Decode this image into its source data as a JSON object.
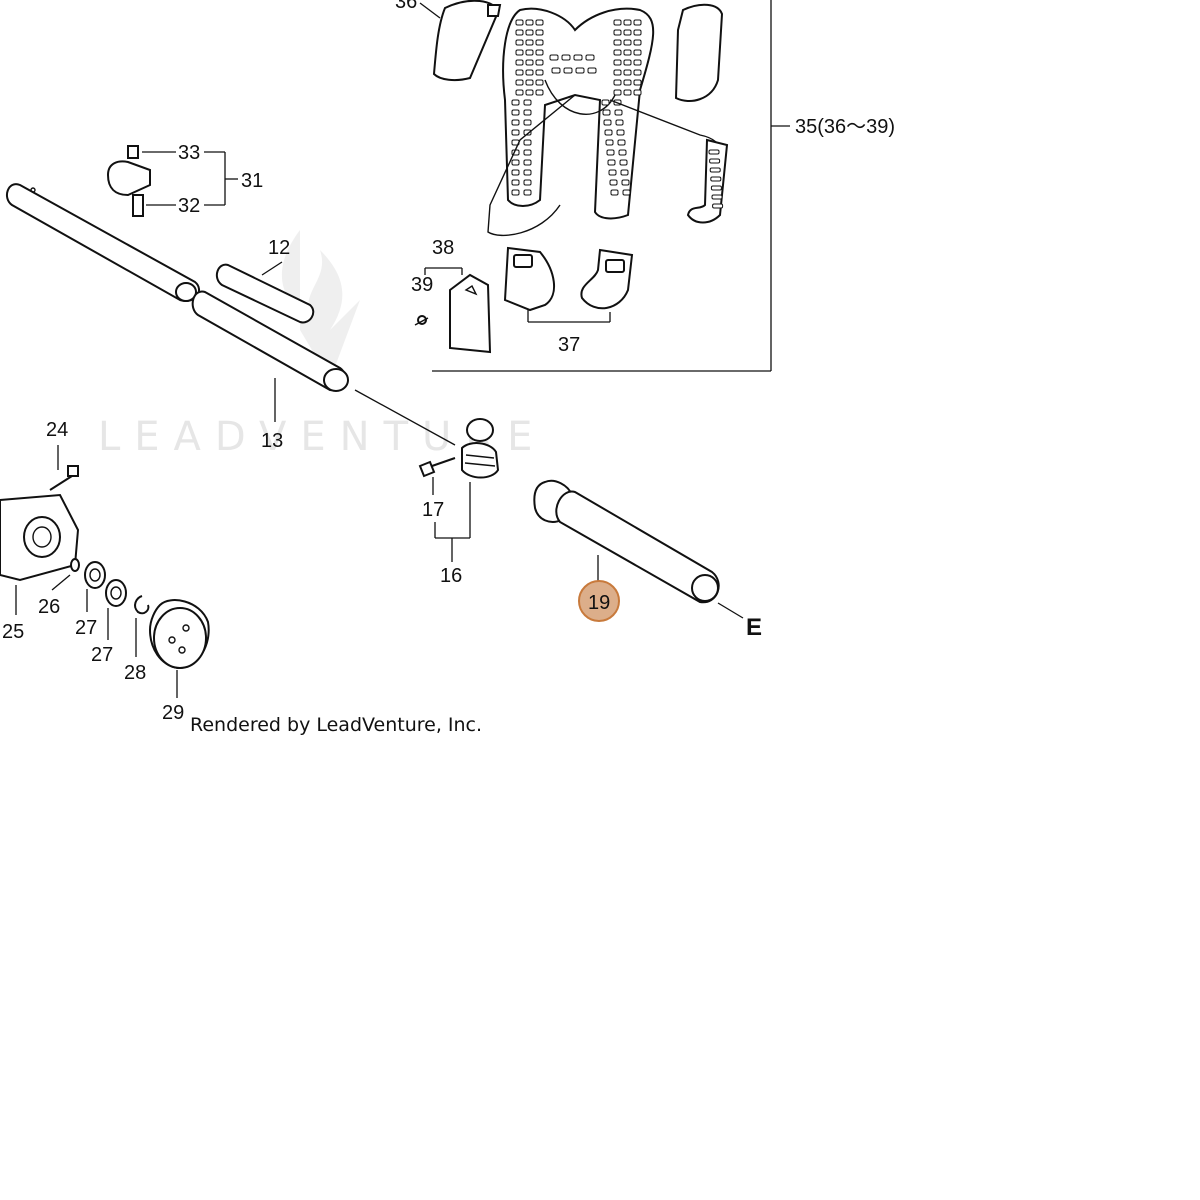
{
  "watermark": "LEADVENTURE",
  "credit": "Rendered by LeadVenture, Inc.",
  "highlight_color": "#dcae8a",
  "highlight_stroke": "#c87a3c",
  "labels": {
    "p36": "36",
    "p35": "35(36～39)",
    "p33": "33",
    "p31": "31",
    "p32": "32",
    "p12": "12",
    "p38": "38",
    "p39": "39",
    "p37": "37",
    "p13": "13",
    "p24": "24",
    "p17": "17",
    "p16": "16",
    "p19": "19",
    "pE": "E",
    "p25": "25",
    "p26": "26",
    "p27a": "27",
    "p27b": "27",
    "p28": "28",
    "p29": "29"
  }
}
